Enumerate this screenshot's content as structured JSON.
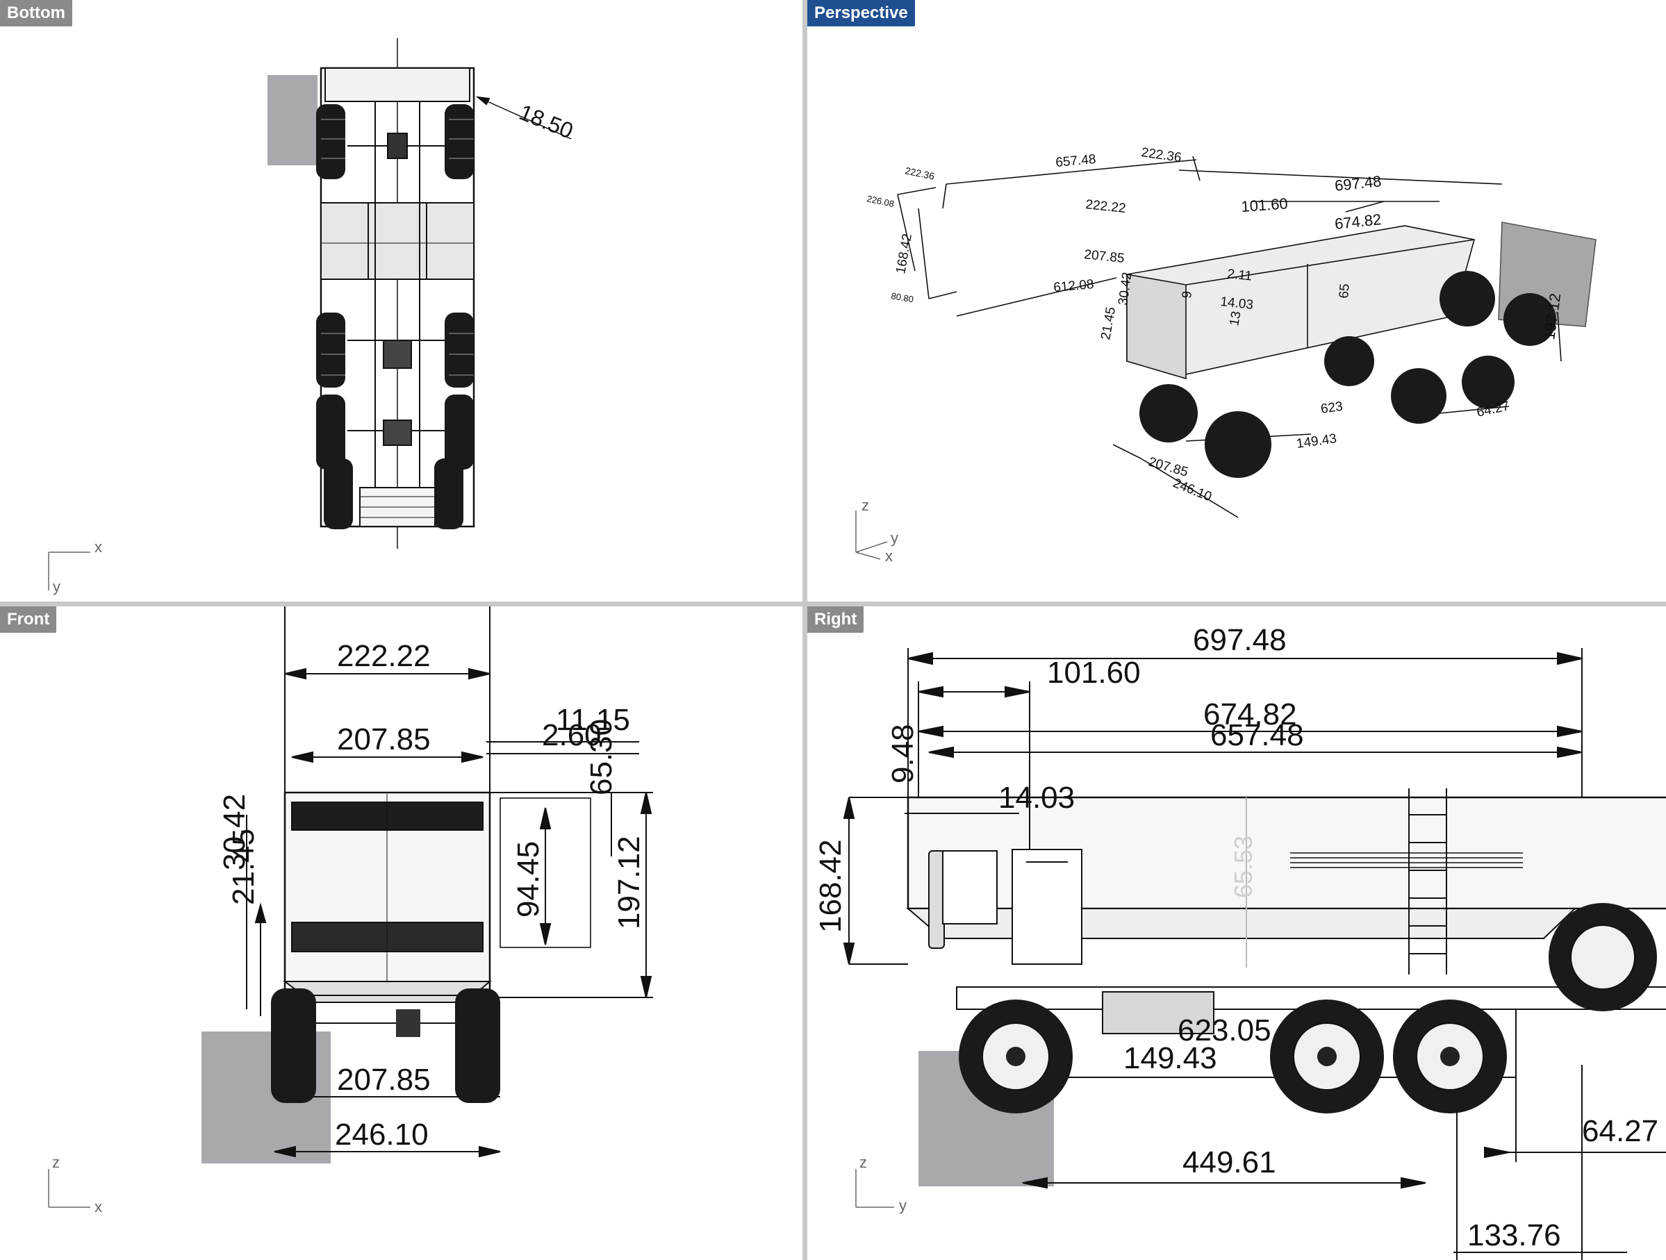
{
  "colors": {
    "active_title": "#1f4f91",
    "inactive_title": "#8a8a8a",
    "viewport_border": "#c9c9c9"
  },
  "viewports": {
    "bottom": {
      "title": "Bottom",
      "axes": {
        "h": "x",
        "v": "y"
      },
      "dims": {
        "d1": "18.50"
      }
    },
    "perspective": {
      "title": "Perspective",
      "axes": {
        "z": "z",
        "y": "y",
        "x": "x"
      },
      "dims": {
        "d1": "657.48",
        "d2": "222.36",
        "d3": "222.36",
        "d4": "697.48",
        "d5": "222.22",
        "d6": "101.60",
        "d7": "674.82",
        "d8": "207.85",
        "d9": "168.42",
        "d10": "612.08",
        "d11": "21.45",
        "d12": "197.12",
        "d13": "64.27",
        "d14": "149.43",
        "d15": "623",
        "d16": "207.85",
        "d17": "246.10",
        "d18": "226.08",
        "d19": "2.11",
        "d20": "14.03",
        "d21": "65",
        "d22": "9",
        "d23": "30.42",
        "d24": "13",
        "d25": "80.80"
      }
    },
    "front": {
      "title": "Front",
      "axes": {
        "v": "z",
        "h": "x"
      },
      "dims": {
        "d1": "222.22",
        "d2": "207.85",
        "d3": "11.15",
        "d4": "2.60",
        "d5": "65.30",
        "d6": "30.42",
        "d7": "21.45",
        "d8": "94.45",
        "d9": "197.12",
        "d10": "207.85",
        "d11": "246.10"
      }
    },
    "right": {
      "title": "Right",
      "axes": {
        "v": "z",
        "h": "y"
      },
      "dims": {
        "d1": "697.48",
        "d2": "101.60",
        "d3": "674.82",
        "d4": "657.48",
        "d5": "9.48",
        "d6": "14.03",
        "d7": "168.42",
        "d8": "623.05",
        "d9": "149.43",
        "d10": "64.27",
        "d11": "449.61",
        "d12": "133.76",
        "d13": "65.53"
      }
    }
  }
}
